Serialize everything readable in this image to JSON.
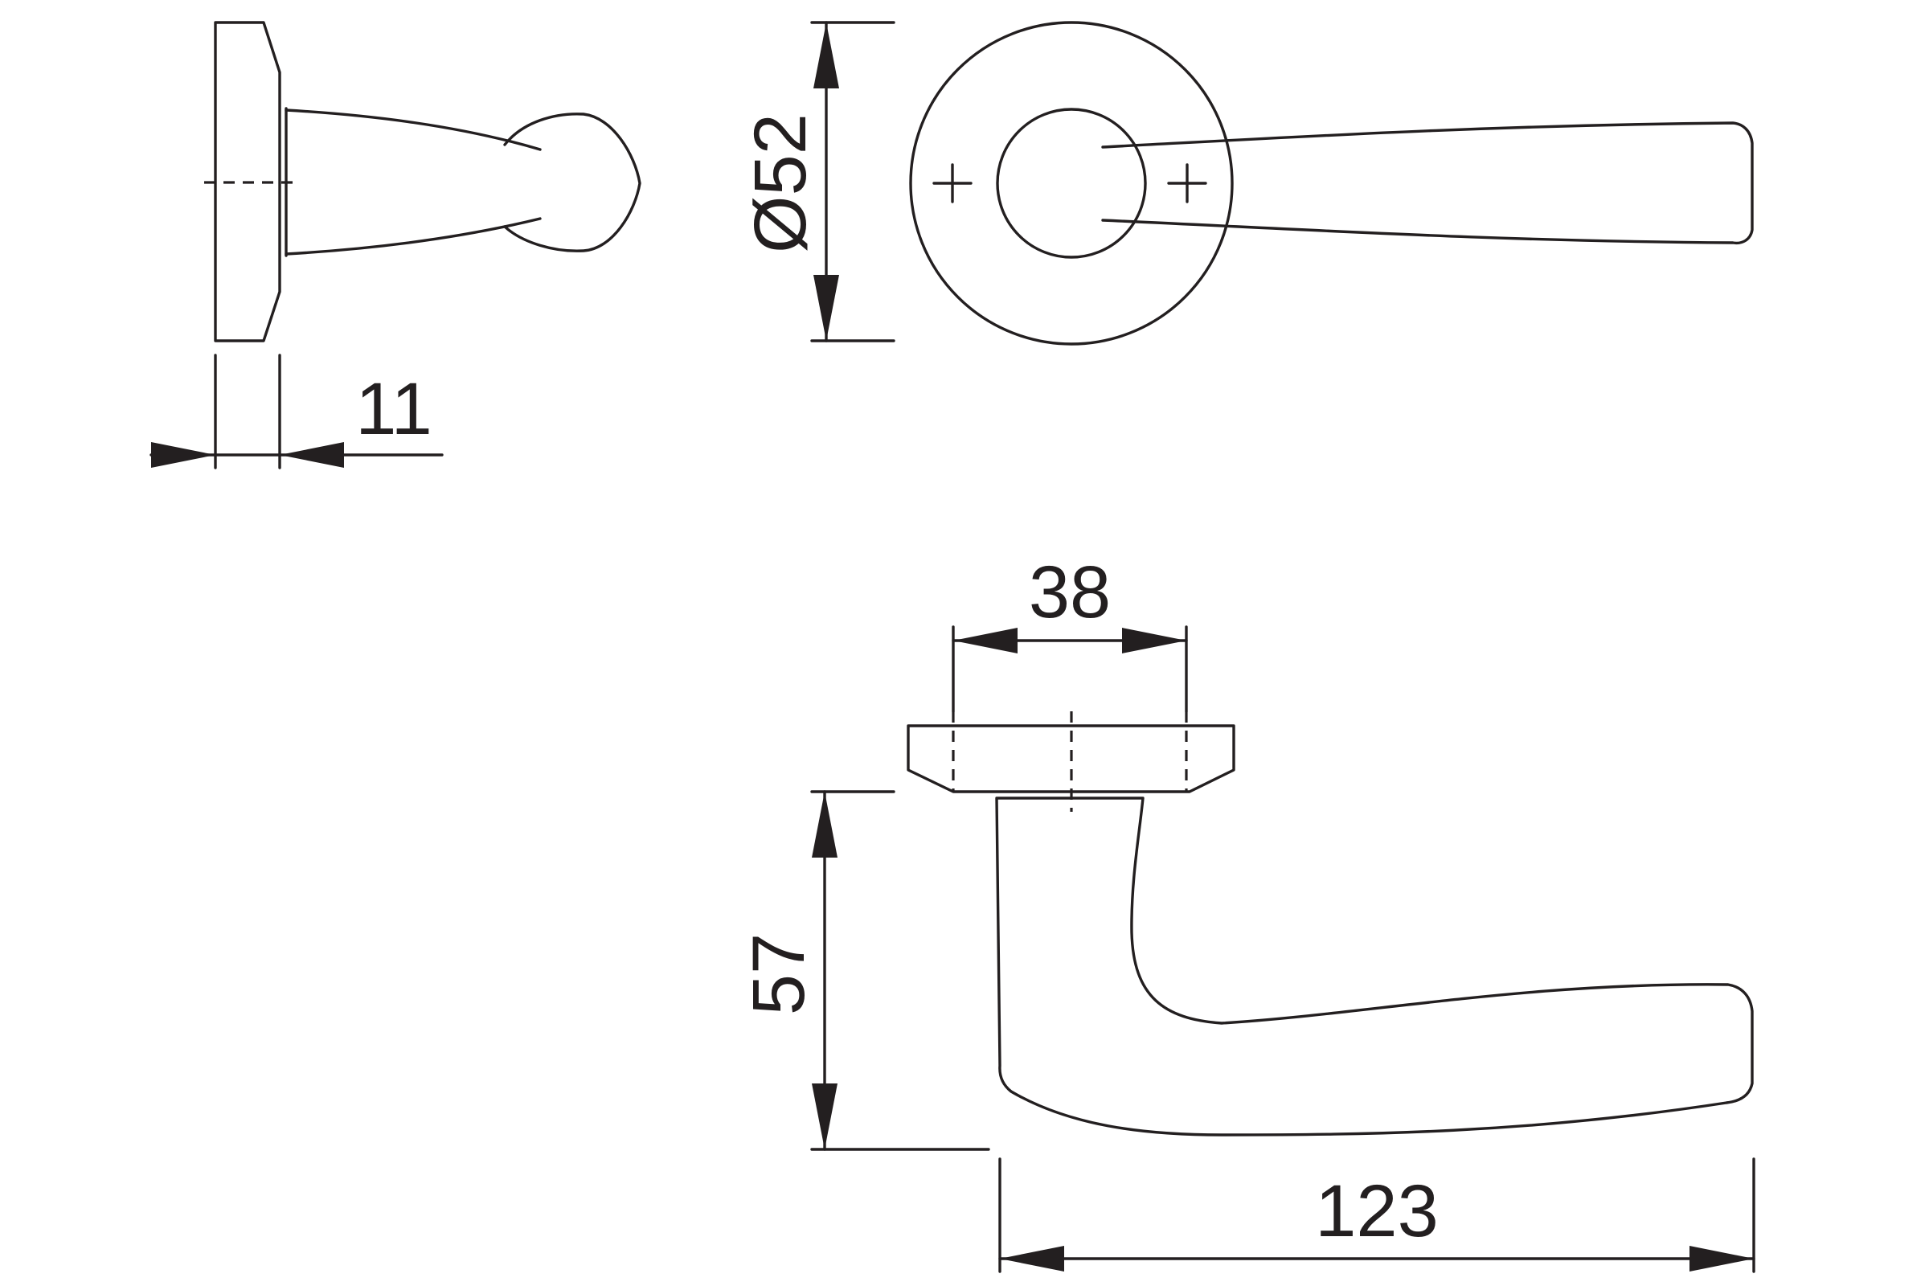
{
  "drawing": {
    "colors": {
      "line": "#231f20",
      "background": "#ffffff"
    },
    "dimensions": {
      "rose_thickness": "11",
      "rose_diameter": "Ø52",
      "spindle_spacing": "38",
      "lever_height": "57",
      "lever_length": "123"
    }
  }
}
